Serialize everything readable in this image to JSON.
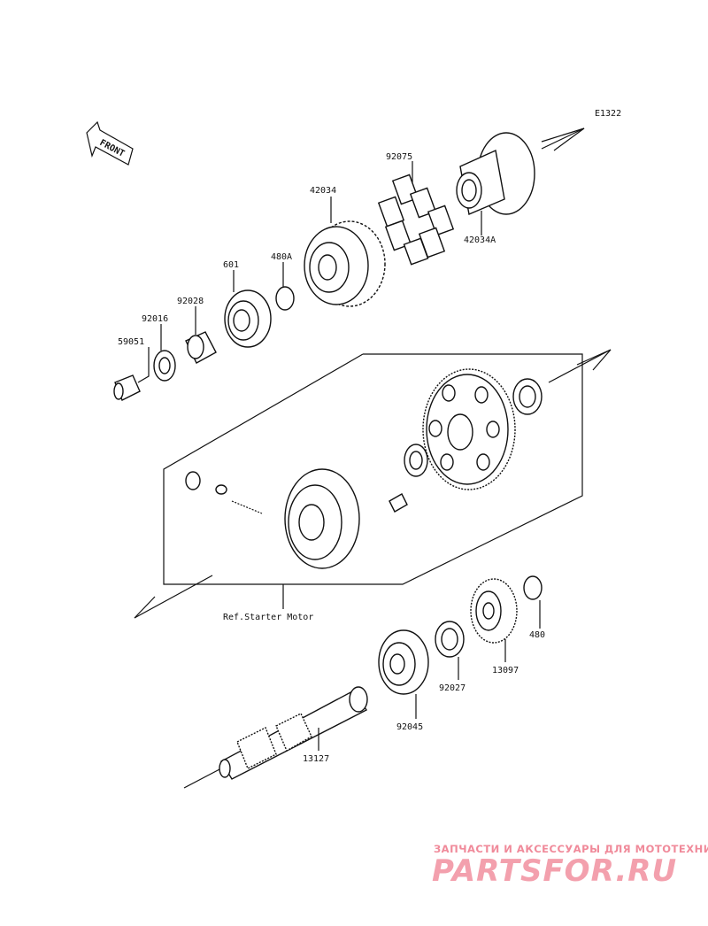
{
  "diagram": {
    "ref_code": "E1322",
    "front_label": "FRONT",
    "starter_ref": "Ref.Starter Motor",
    "parts": [
      {
        "id": "p-42034",
        "label": "42034"
      },
      {
        "id": "p-92075",
        "label": "92075"
      },
      {
        "id": "p-42034a",
        "label": "42034A"
      },
      {
        "id": "p-601",
        "label": "601"
      },
      {
        "id": "p-480a",
        "label": "480A"
      },
      {
        "id": "p-92028",
        "label": "92028"
      },
      {
        "id": "p-92016",
        "label": "92016"
      },
      {
        "id": "p-59051",
        "label": "59051"
      },
      {
        "id": "p-480",
        "label": "480"
      },
      {
        "id": "p-13097",
        "label": "13097"
      },
      {
        "id": "p-92027",
        "label": "92027"
      },
      {
        "id": "p-92045",
        "label": "92045"
      },
      {
        "id": "p-13127",
        "label": "13127"
      }
    ]
  },
  "watermark": {
    "tagline": "ЗАПЧАСТИ И АКСЕССУАРЫ ДЛЯ МОТОТЕХНИКИ",
    "brand": "PARTSFOR.RU",
    "color": "#f08a9a"
  }
}
